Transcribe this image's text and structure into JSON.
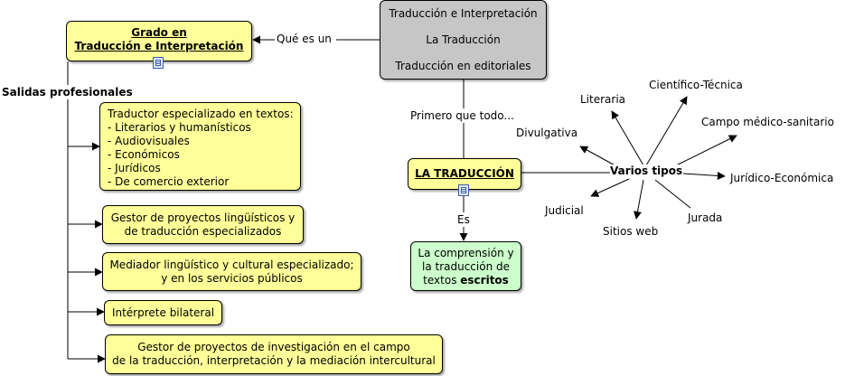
{
  "grado": {
    "line1": "Grado en",
    "line2": "Traducción e Interpretación"
  },
  "top_box": {
    "item1": "Traducción e Interpretación",
    "item2": "La Traducción",
    "item3": "Traducción en editoriales"
  },
  "link_que_es": "Qué es un",
  "link_primero": "Primero que todo...",
  "link_es": "Es",
  "salidas": "Salidas profesionales",
  "la_traduccion": "LA TRADUCCIÓN",
  "comprension": {
    "line1": "La comprensión y",
    "line2": "la traducción de",
    "line3_pre": "textos ",
    "line3_bold": "escritos"
  },
  "traductor": {
    "title": "Traductor especializado en textos:",
    "items": [
      "- Literarios y humanísticos",
      "- Audiovisuales",
      "- Económicos",
      "- Jurídicos",
      "- De comercio exterior"
    ]
  },
  "gestor_ling": {
    "line1": "Gestor de proyectos lingüísticos y",
    "line2": "de traducción especializados"
  },
  "mediador": {
    "line1": "Mediador lingüístico y cultural especializado;",
    "line2": "y en los servicios públicos"
  },
  "interprete": "Intérprete bilateral",
  "gestor_inv": {
    "line1": "Gestor de proyectos de investigación en el campo",
    "line2": "de la traducción, interpretación y la mediación intercultural"
  },
  "varios_tipos": "Varios tipos",
  "tipos": {
    "literaria": "Literaria",
    "cientifico": "Científico-Técnica",
    "divulgativa": "Divulgativa",
    "medico": "Campo médico-sanitario",
    "juridico_eco": "Jurídico-Económica",
    "judicial": "Judicial",
    "sitios": "Sitios web",
    "jurada": "Jurada"
  }
}
